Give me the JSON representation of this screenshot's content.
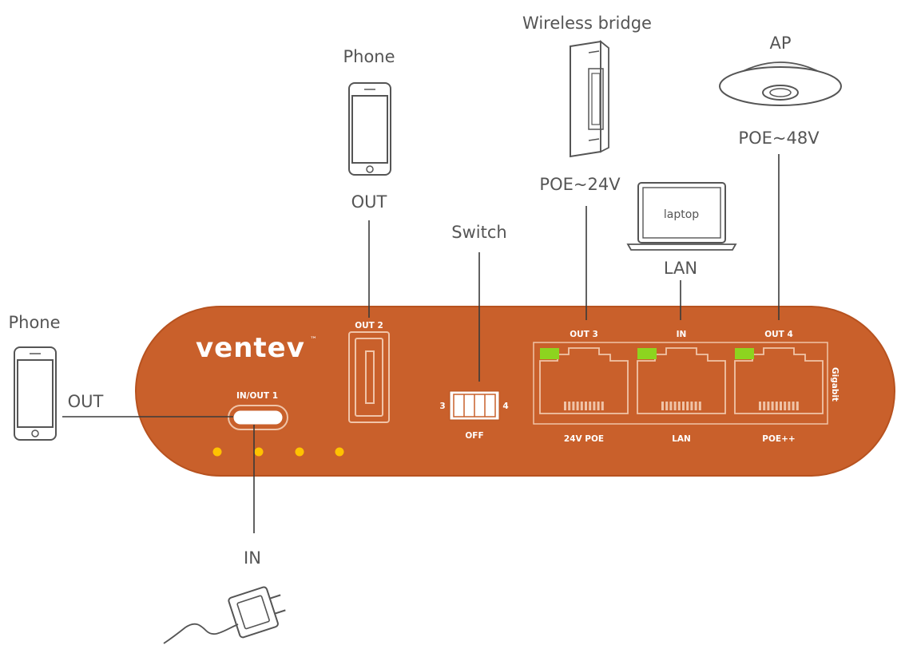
{
  "brand": "ventev",
  "brand_mark": "™",
  "colors": {
    "body": "#C9602B",
    "body_edge": "#B7521F",
    "port_line": "#F0C4A8",
    "led_yellow": "#FFC200",
    "link_green": "#8DD41F",
    "label_gray": "#555555",
    "wire": "#3A3A3A"
  },
  "peripherals": {
    "phone_top": {
      "title": "Phone",
      "port_label": "OUT"
    },
    "phone_left": {
      "title": "Phone",
      "port_label": "OUT"
    },
    "wireless_bridge": {
      "title": "Wireless bridge",
      "port_label": "POE~24V"
    },
    "ap": {
      "title": "AP",
      "port_label": "POE~48V"
    },
    "laptop": {
      "screen_text": "laptop",
      "port_label": "LAN"
    },
    "switch": {
      "title": "Switch"
    },
    "charger": {
      "port_label": "IN"
    }
  },
  "ports": {
    "in_out_1": "IN/OUT 1",
    "out_2": "OUT 2",
    "switch_left": "3",
    "switch_right": "4",
    "switch_state": "OFF",
    "ethernet": [
      {
        "top": "OUT 3",
        "bottom": "24V POE"
      },
      {
        "top": "IN",
        "bottom": "LAN"
      },
      {
        "top": "OUT 4",
        "bottom": "POE++"
      }
    ],
    "gigabit": "Gigabit"
  },
  "status_leds": {
    "count": 4
  }
}
